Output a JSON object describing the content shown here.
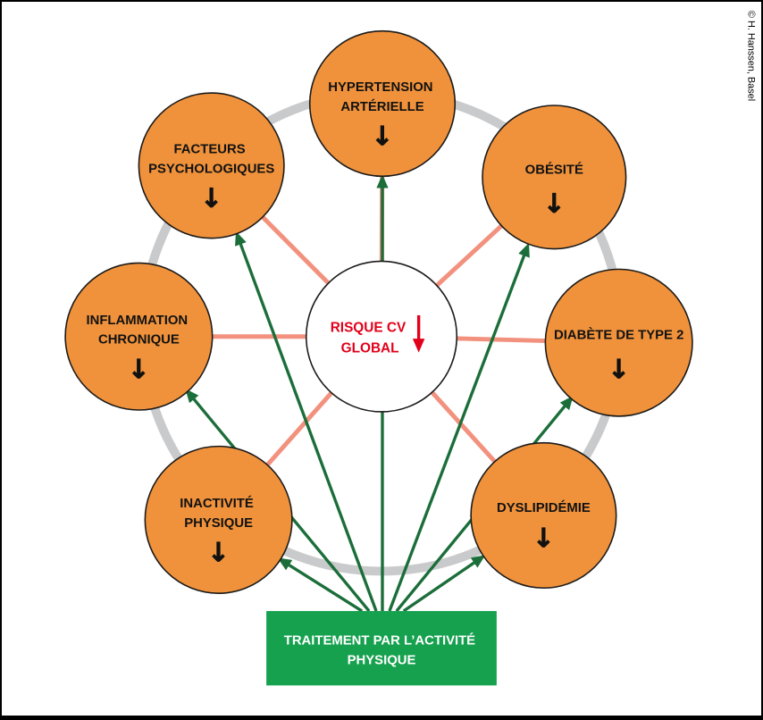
{
  "credit": "© H. Hanssen, Basel",
  "center": {
    "line1": "RISQUE CV",
    "line2": "GLOBAL"
  },
  "treatment": {
    "line1": "TRAITEMENT PAR L’ACTIVITÉ",
    "line2": "PHYSIQUE"
  },
  "nodes": [
    {
      "name": "hypertension-arterielle",
      "line1": "HYPERTENSION",
      "line2": "ARTÉRIELLE",
      "arrow": "↓"
    },
    {
      "name": "facteurs-psychologiques",
      "line1": "FACTEURS",
      "line2": "PSYCHOLOGIQUES",
      "arrow": "↓"
    },
    {
      "name": "obesite",
      "line1": "OBÉSITÉ",
      "arrow": "↓"
    },
    {
      "name": "inflammation-chronique",
      "line1": "INFLAMMATION",
      "line2": "CHRONIQUE",
      "arrow": "↓"
    },
    {
      "name": "diabete-de-type-2",
      "line1": "DIABÈTE DE TYPE 2",
      "arrow": "↓"
    },
    {
      "name": "inactivite-physique",
      "line1": "INACTIVITÉ",
      "line2": "PHYSIQUE",
      "arrow": "↓"
    },
    {
      "name": "dyslipidemie",
      "line1": "DYSLIPIDÉMIE",
      "arrow": "↓"
    }
  ],
  "colors": {
    "node_fill": "#F0923B",
    "node_stroke": "#1A1A1A",
    "center_fill": "#FFFFFF",
    "center_text_red": "#E2001A",
    "treatment_green": "#16A14F",
    "arrow_green": "#1B6E3A",
    "connector_salmon": "#F2917E",
    "ring_gray": "#C9CACB"
  }
}
